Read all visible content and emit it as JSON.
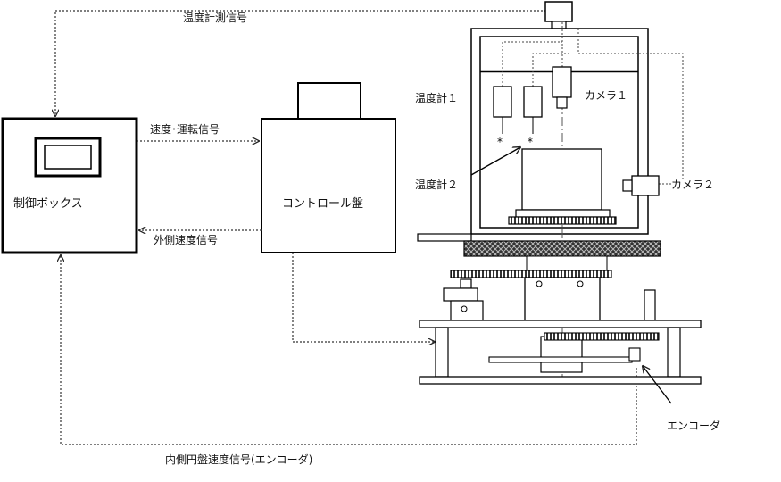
{
  "labels": {
    "temp_signal": "温度計測信号",
    "speed_run_signal": "速度･運転信号",
    "outer_speed_signal": "外側速度信号",
    "control_box": "制御ボックス",
    "control_panel": "コントロール盤",
    "thermometer1": "温度計１",
    "thermometer2": "温度計２",
    "camera1": "カメラ１",
    "camera2": "カメラ２",
    "encoder": "エンコーダ",
    "inner_speed_signal": "内側円盤速度信号(エンコーダ)"
  }
}
